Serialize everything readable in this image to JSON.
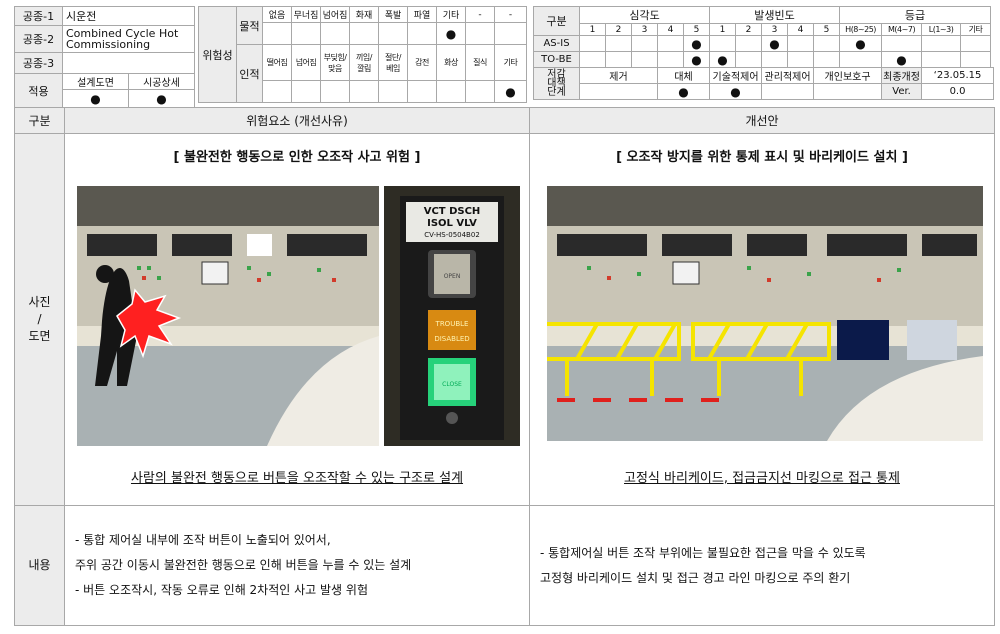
{
  "work": {
    "rows": [
      {
        "label": "공종-1",
        "value": "시운전"
      },
      {
        "label": "공종-2",
        "value": "Combined Cycle Hot Commissioning",
        "value_line1": "Combined Cycle Hot",
        "value_line2": "Commissioning"
      },
      {
        "label": "공종-3",
        "value": ""
      }
    ],
    "apply_label": "적용",
    "apply_cols": [
      "설계도면",
      "시공상세"
    ],
    "apply_marks": [
      "●",
      "●"
    ]
  },
  "hazard": {
    "label": "위험성",
    "physical_label": "물적",
    "physical_cols": [
      "없음",
      "무너짐",
      "넘어짐",
      "화재",
      "폭발",
      "파열",
      "기타",
      "-",
      "-"
    ],
    "physical_marks": [
      "",
      "",
      "",
      "",
      "",
      "",
      "●",
      "",
      ""
    ],
    "human_label": "인적",
    "human_cols": [
      "떨어짐",
      "넘어짐",
      "부딪힘/맞음",
      "끼임/깔림",
      "절단/베임",
      "감전",
      "화상",
      "질식",
      "기타"
    ],
    "human_cols_l1": [
      "떨어짐",
      "넘어짐",
      "부딪힘/",
      "끼임/",
      "절단/",
      "감전",
      "화상",
      "질식",
      "기타"
    ],
    "human_cols_l2": [
      "",
      "",
      "맞음",
      "깔림",
      "베임",
      "",
      "",
      "",
      ""
    ],
    "human_marks": [
      "",
      "",
      "",
      "",
      "",
      "",
      "",
      "",
      "●"
    ]
  },
  "risk": {
    "corner_label": "구분",
    "severity_label": "심각도",
    "frequency_label": "발생빈도",
    "grade_label": "등급",
    "scale": [
      "1",
      "2",
      "3",
      "4",
      "5"
    ],
    "grade_cols": [
      "H(8~25)",
      "M(4~7)",
      "L(1~3)",
      "기타"
    ],
    "rows": [
      {
        "label": "AS-IS",
        "severity": [
          "",
          "",
          "",
          "",
          "●"
        ],
        "frequency": [
          "",
          "",
          "●",
          "",
          ""
        ],
        "grade": [
          "●",
          "",
          "",
          ""
        ]
      },
      {
        "label": "TO-BE",
        "severity": [
          "",
          "",
          "",
          "",
          "●"
        ],
        "frequency": [
          "●",
          "",
          "",
          "",
          ""
        ],
        "grade": [
          "",
          "●",
          "",
          ""
        ]
      }
    ],
    "reduction_label": "저감대책단계",
    "reduction_l1": "저감",
    "reduction_l2": "대책",
    "reduction_l3": "단계",
    "reduction_cols": [
      "제거",
      "대체",
      "기술적제어",
      "관리적제어",
      "개인보호구"
    ],
    "reduction_marks": [
      "",
      "●",
      "●",
      "",
      ""
    ],
    "revision_label": "최종개정",
    "revision_value": "‘23.05.15",
    "version_label": "Ver.",
    "version_value": "0.0"
  },
  "main": {
    "col_category": "구분",
    "col_hazard": "위험요소 (개선사유)",
    "col_improvement": "개선안",
    "row_photo_label_l1": "사진",
    "row_photo_label_l2": "/",
    "row_photo_label_l3": "도면",
    "hazard_title": "[ 불완전한 행동으로 인한 오조작 사고 위험  ]",
    "improvement_title": "[ 오조작 방지를 위한 통제 표시 및 바리케이드 설치 ]",
    "hazard_caption": "사람의 불완전 행동으로 버튼을 오조작할 수 있는 구조로 설계",
    "improvement_caption": "고정식 바리케이드, 접금금지선 마킹으로 접근 통제",
    "panel_text": {
      "line1": "VCT DSCH",
      "line2": "ISOL VLV",
      "line3": "CV-HS-0504B02",
      "open": "OPEN",
      "trouble": "TROUBLE",
      "disabled": "DISABLED",
      "close": "CLOSE"
    },
    "row_content_label": "내용",
    "hazard_lines": [
      "-  통합 제어실 내부에 조작 버튼이 노출되어 있어서,",
      "   주위 공간 이동시 불완전한 행동으로 인해 버튼을 누를 수 있는 설계",
      "-   버튼 오조작시, 작동 오류로 인해 2차적인 사고 발생 위험"
    ],
    "improvement_lines": [
      "-   통합제어실 버튼 조작 부위에는 불필요한 접근을 막을 수 있도록",
      "    고정형 바리케이드 설치 및 접근 경고 라인 마킹으로 주의 환기"
    ]
  },
  "colors": {
    "border": "#a8a8a8",
    "header_bg": "#ececec",
    "barricade": "#f5e400",
    "warning_line": "#e0201c",
    "spark": "#ff2020"
  }
}
